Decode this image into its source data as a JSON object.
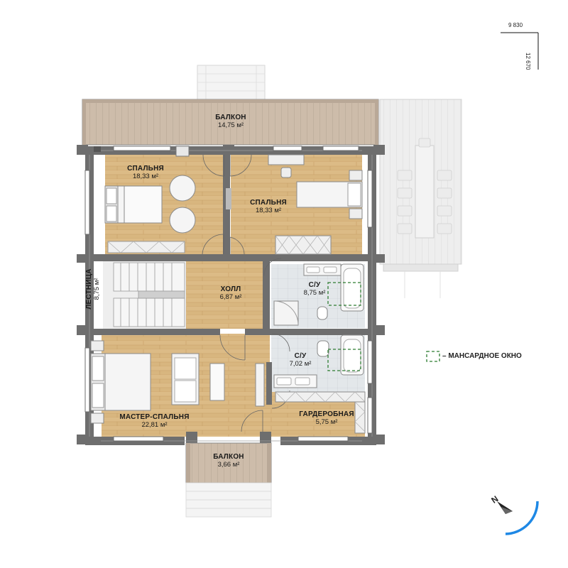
{
  "dimensions": {
    "width_label": "9 830",
    "depth_label": "12 670"
  },
  "rooms": {
    "balcony_top": {
      "name": "БАЛКОН",
      "area": "14,75 м²"
    },
    "bedroom_left": {
      "name": "СПАЛЬНЯ",
      "area": "18,33 м²"
    },
    "bedroom_right": {
      "name": "СПАЛЬНЯ",
      "area": "18,33 м²"
    },
    "stairs": {
      "name": "ЛЕСТНИЦА",
      "area": "8,75 м²"
    },
    "hall": {
      "name": "ХОЛЛ",
      "area": "6,87 м²"
    },
    "bathroom_1": {
      "name": "С/У",
      "area": "8,75 м²"
    },
    "bathroom_2": {
      "name": "С/У",
      "area": "7,02 м²"
    },
    "master": {
      "name": "МАСТЕР-СПАЛЬНЯ",
      "area": "22,81 м²"
    },
    "wardrobe": {
      "name": "ГАРДЕРОБНАЯ",
      "area": "5,75 м²"
    },
    "balcony_bottom": {
      "name": "БАЛКОН",
      "area": "3,66 м²"
    }
  },
  "legend": {
    "skylight": "– МАНСАРДНОЕ ОКНО",
    "skylight_color": "#2e7d32"
  },
  "colors": {
    "wall": "#6e6e6e",
    "wood_floor": "#d9b781",
    "deck": "#c9b8a6",
    "tile": "#dde3e7",
    "compass": "#1e88e5"
  },
  "compass": {
    "icon": "north-arrow-icon"
  }
}
